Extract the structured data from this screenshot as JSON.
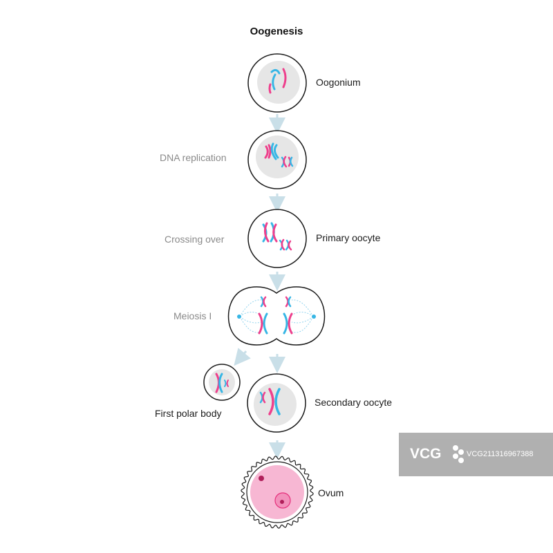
{
  "title": "Oogenesis",
  "labels": {
    "oogonium": "Oogonium",
    "dna_replication": "DNA replication",
    "crossing_over": "Crossing over",
    "primary_oocyte": "Primary oocyte",
    "meiosis_1": "Meiosis I",
    "first_polar_body": "First polar body",
    "secondary_oocyte": "Secondary oocyte",
    "ovum": "Ovum"
  },
  "watermark": {
    "logo": "VCG",
    "id": "VCG211316967388"
  },
  "colors": {
    "pink": "#ee3f8c",
    "blue": "#37b6e5",
    "nucleus": "#e6e6e6",
    "cell_outline": "#1a1a1a",
    "arrow": "#c9dfe8",
    "ovum_fill": "#f7b7d3",
    "ovum_nucleus": "#e52f7b"
  }
}
